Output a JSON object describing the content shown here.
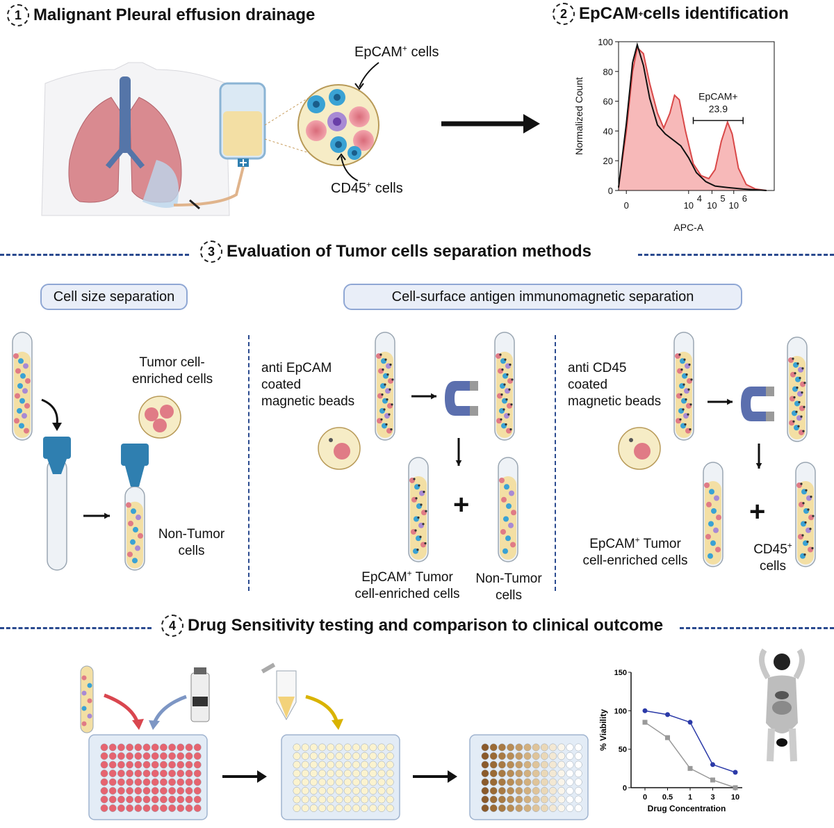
{
  "steps": [
    {
      "num": "1",
      "title": "Malignant Pleural effusion drainage"
    },
    {
      "num": "2",
      "title_prefix": "EpCAM",
      "title_sup": "+",
      "title_suffix": " cells identification"
    },
    {
      "num": "3",
      "title": "Evaluation of Tumor cells separation methods"
    },
    {
      "num": "4",
      "title": "Drug Sensitivity testing and comparison to clinical outcome"
    }
  ],
  "panel1": {
    "epcam_label": "EpCAM",
    "epcam_sup": "+",
    "epcam_suffix": " cells",
    "cd45_label": "CD45",
    "cd45_sup": "+",
    "cd45_suffix": " cells"
  },
  "panel3": {
    "size_pill": "Cell size separation",
    "immuno_pill": "Cell-surface antigen immunomagnetic separation",
    "tumor_enriched": [
      "Tumor cell-",
      "enriched cells"
    ],
    "non_tumor_left": [
      "Non-Tumor",
      "cells"
    ],
    "anti_epcam": [
      "anti EpCAM",
      "coated",
      "magnetic beads"
    ],
    "anti_cd45": [
      "anti CD45",
      "coated",
      "magnetic beads"
    ],
    "epcam_tumor_mid": {
      "prefix": "EpCAM",
      "sup": "+",
      "suffix": " Tumor",
      "line2": "cell-enriched cells"
    },
    "non_tumor_mid": [
      "Non-Tumor",
      "cells"
    ],
    "epcam_tumor_right": {
      "prefix": "EpCAM",
      "sup": "+",
      "suffix": " Tumor",
      "line2": "cell-enriched cells"
    },
    "cd45_right": {
      "prefix": "CD45",
      "sup": "+",
      "line2": "cells"
    },
    "plus": "+"
  },
  "chart_data": [
    {
      "type": "area",
      "xlabel": "APC-A",
      "ylabel": "Normalized Count",
      "ylim": [
        0,
        100
      ],
      "yticks": [
        "0",
        "20",
        "40",
        "60",
        "80",
        "100"
      ],
      "xticks": [
        {
          "base": "0",
          "exp": ""
        },
        {
          "base": "10",
          "exp": "4"
        },
        {
          "base": "10",
          "exp": "5"
        },
        {
          "base": "10",
          "exp": "6"
        }
      ],
      "gate_label": "EpCAM+",
      "gate_value": "23.9",
      "series": [
        {
          "color": "#d94848",
          "fill": "#f7b9b9",
          "points": [
            [
              0,
              2
            ],
            [
              0.05,
              40
            ],
            [
              0.09,
              80
            ],
            [
              0.12,
              96
            ],
            [
              0.16,
              92
            ],
            [
              0.2,
              72
            ],
            [
              0.25,
              52
            ],
            [
              0.29,
              42
            ],
            [
              0.33,
              52
            ],
            [
              0.36,
              64
            ],
            [
              0.39,
              61
            ],
            [
              0.43,
              40
            ],
            [
              0.48,
              18
            ],
            [
              0.53,
              10
            ],
            [
              0.58,
              8
            ],
            [
              0.62,
              14
            ],
            [
              0.66,
              33
            ],
            [
              0.7,
              46
            ],
            [
              0.73,
              38
            ],
            [
              0.77,
              15
            ],
            [
              0.82,
              4
            ],
            [
              0.88,
              1
            ],
            [
              0.95,
              0
            ]
          ]
        },
        {
          "color": "#111111",
          "points": [
            [
              0,
              2
            ],
            [
              0.05,
              45
            ],
            [
              0.09,
              86
            ],
            [
              0.12,
              98
            ],
            [
              0.16,
              84
            ],
            [
              0.2,
              62
            ],
            [
              0.25,
              44
            ],
            [
              0.3,
              38
            ],
            [
              0.35,
              34
            ],
            [
              0.4,
              30
            ],
            [
              0.45,
              22
            ],
            [
              0.5,
              12
            ],
            [
              0.56,
              6
            ],
            [
              0.62,
              3
            ],
            [
              0.7,
              2
            ],
            [
              0.8,
              1
            ],
            [
              0.95,
              0
            ]
          ]
        }
      ]
    },
    {
      "type": "line",
      "xlabel": "Drug Concentration",
      "ylabel": "% Viability",
      "ylim": [
        0,
        150
      ],
      "yticks": [
        "0",
        "50",
        "100",
        "150"
      ],
      "categories": [
        "0",
        "0.5",
        "1",
        "3",
        "10"
      ],
      "series": [
        {
          "color": "#2b3aa8",
          "values": [
            100,
            95,
            85,
            30,
            20
          ]
        },
        {
          "color": "#999999",
          "values": [
            85,
            65,
            25,
            10,
            0
          ]
        }
      ]
    }
  ]
}
